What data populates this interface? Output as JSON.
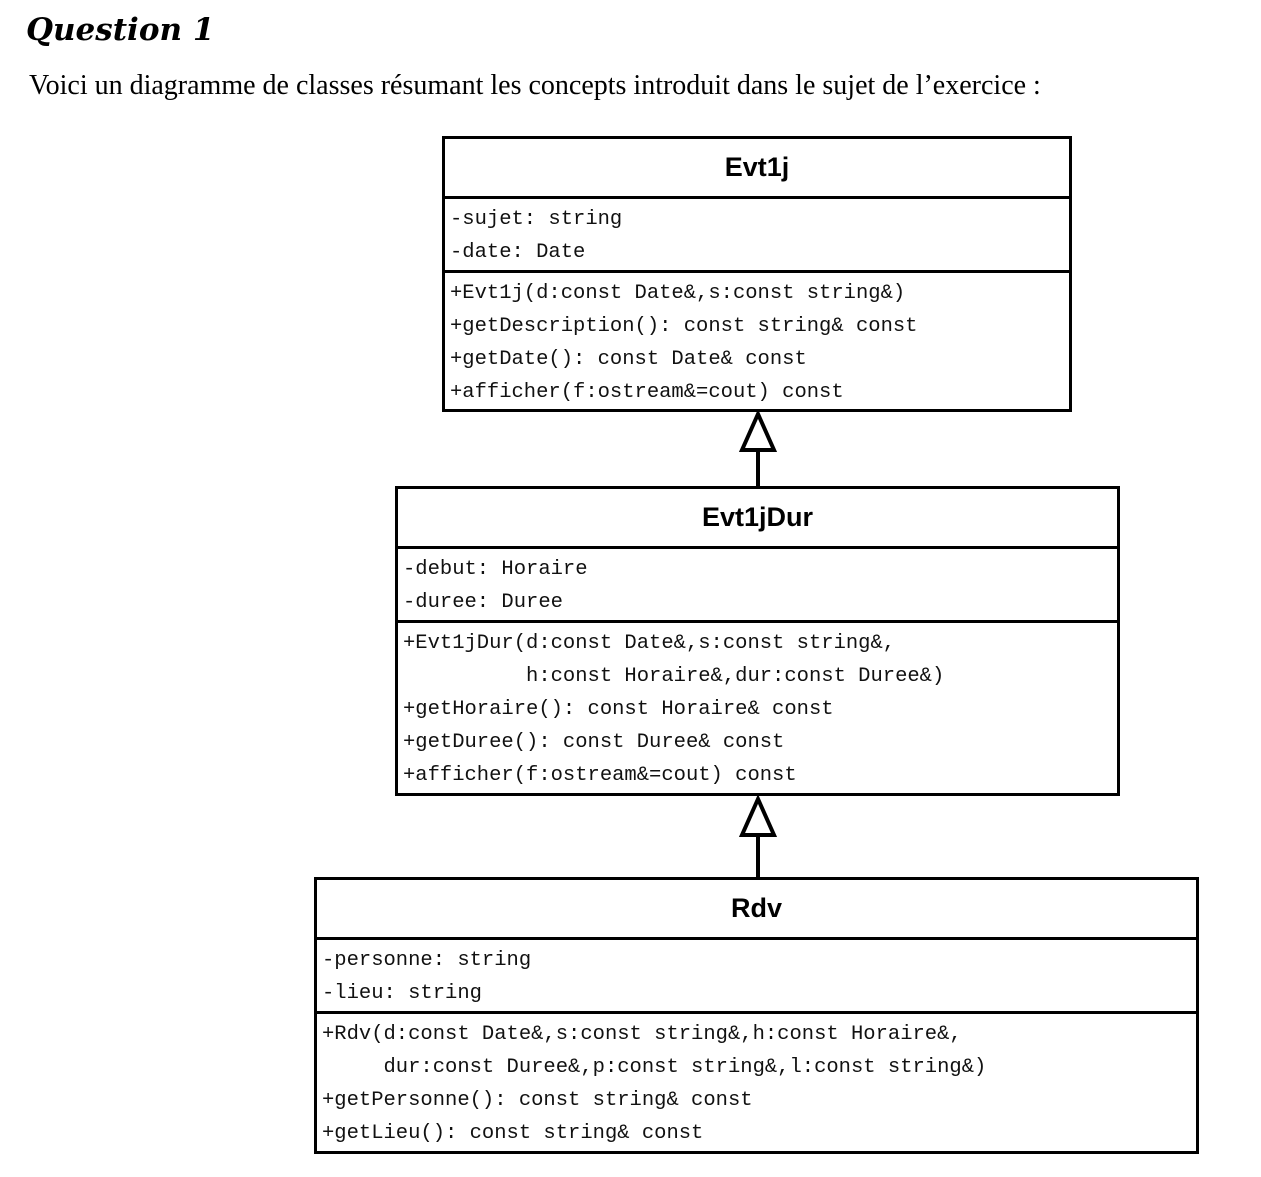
{
  "heading": "Question 1",
  "intro": "Voici un diagramme de classes résumant les concepts introduit dans le sujet de l’exercice :",
  "classes": [
    {
      "name": "Evt1j",
      "attributes": [
        "-sujet: string",
        "-date: Date"
      ],
      "methods": [
        "+Evt1j(d:const Date&,s:const string&)",
        "+getDescription(): const string& const",
        "+getDate(): const Date& const",
        "+afficher(f:ostream&=cout) const"
      ]
    },
    {
      "name": "Evt1jDur",
      "attributes": [
        "-debut: Horaire",
        "-duree: Duree"
      ],
      "methods": [
        "+Evt1jDur(d:const Date&,s:const string&,",
        "          h:const Horaire&,dur:const Duree&)",
        "+getHoraire(): const Horaire& const",
        "+getDuree(): const Duree& const",
        "+afficher(f:ostream&=cout) const"
      ]
    },
    {
      "name": "Rdv",
      "attributes": [
        "-personne: string",
        "-lieu: string"
      ],
      "methods": [
        "+Rdv(d:const Date&,s:const string&,h:const Horaire&,",
        "     dur:const Duree&,p:const string&,l:const string&)",
        "+getPersonne(): const string& const",
        "+getLieu(): const string& const"
      ]
    }
  ]
}
